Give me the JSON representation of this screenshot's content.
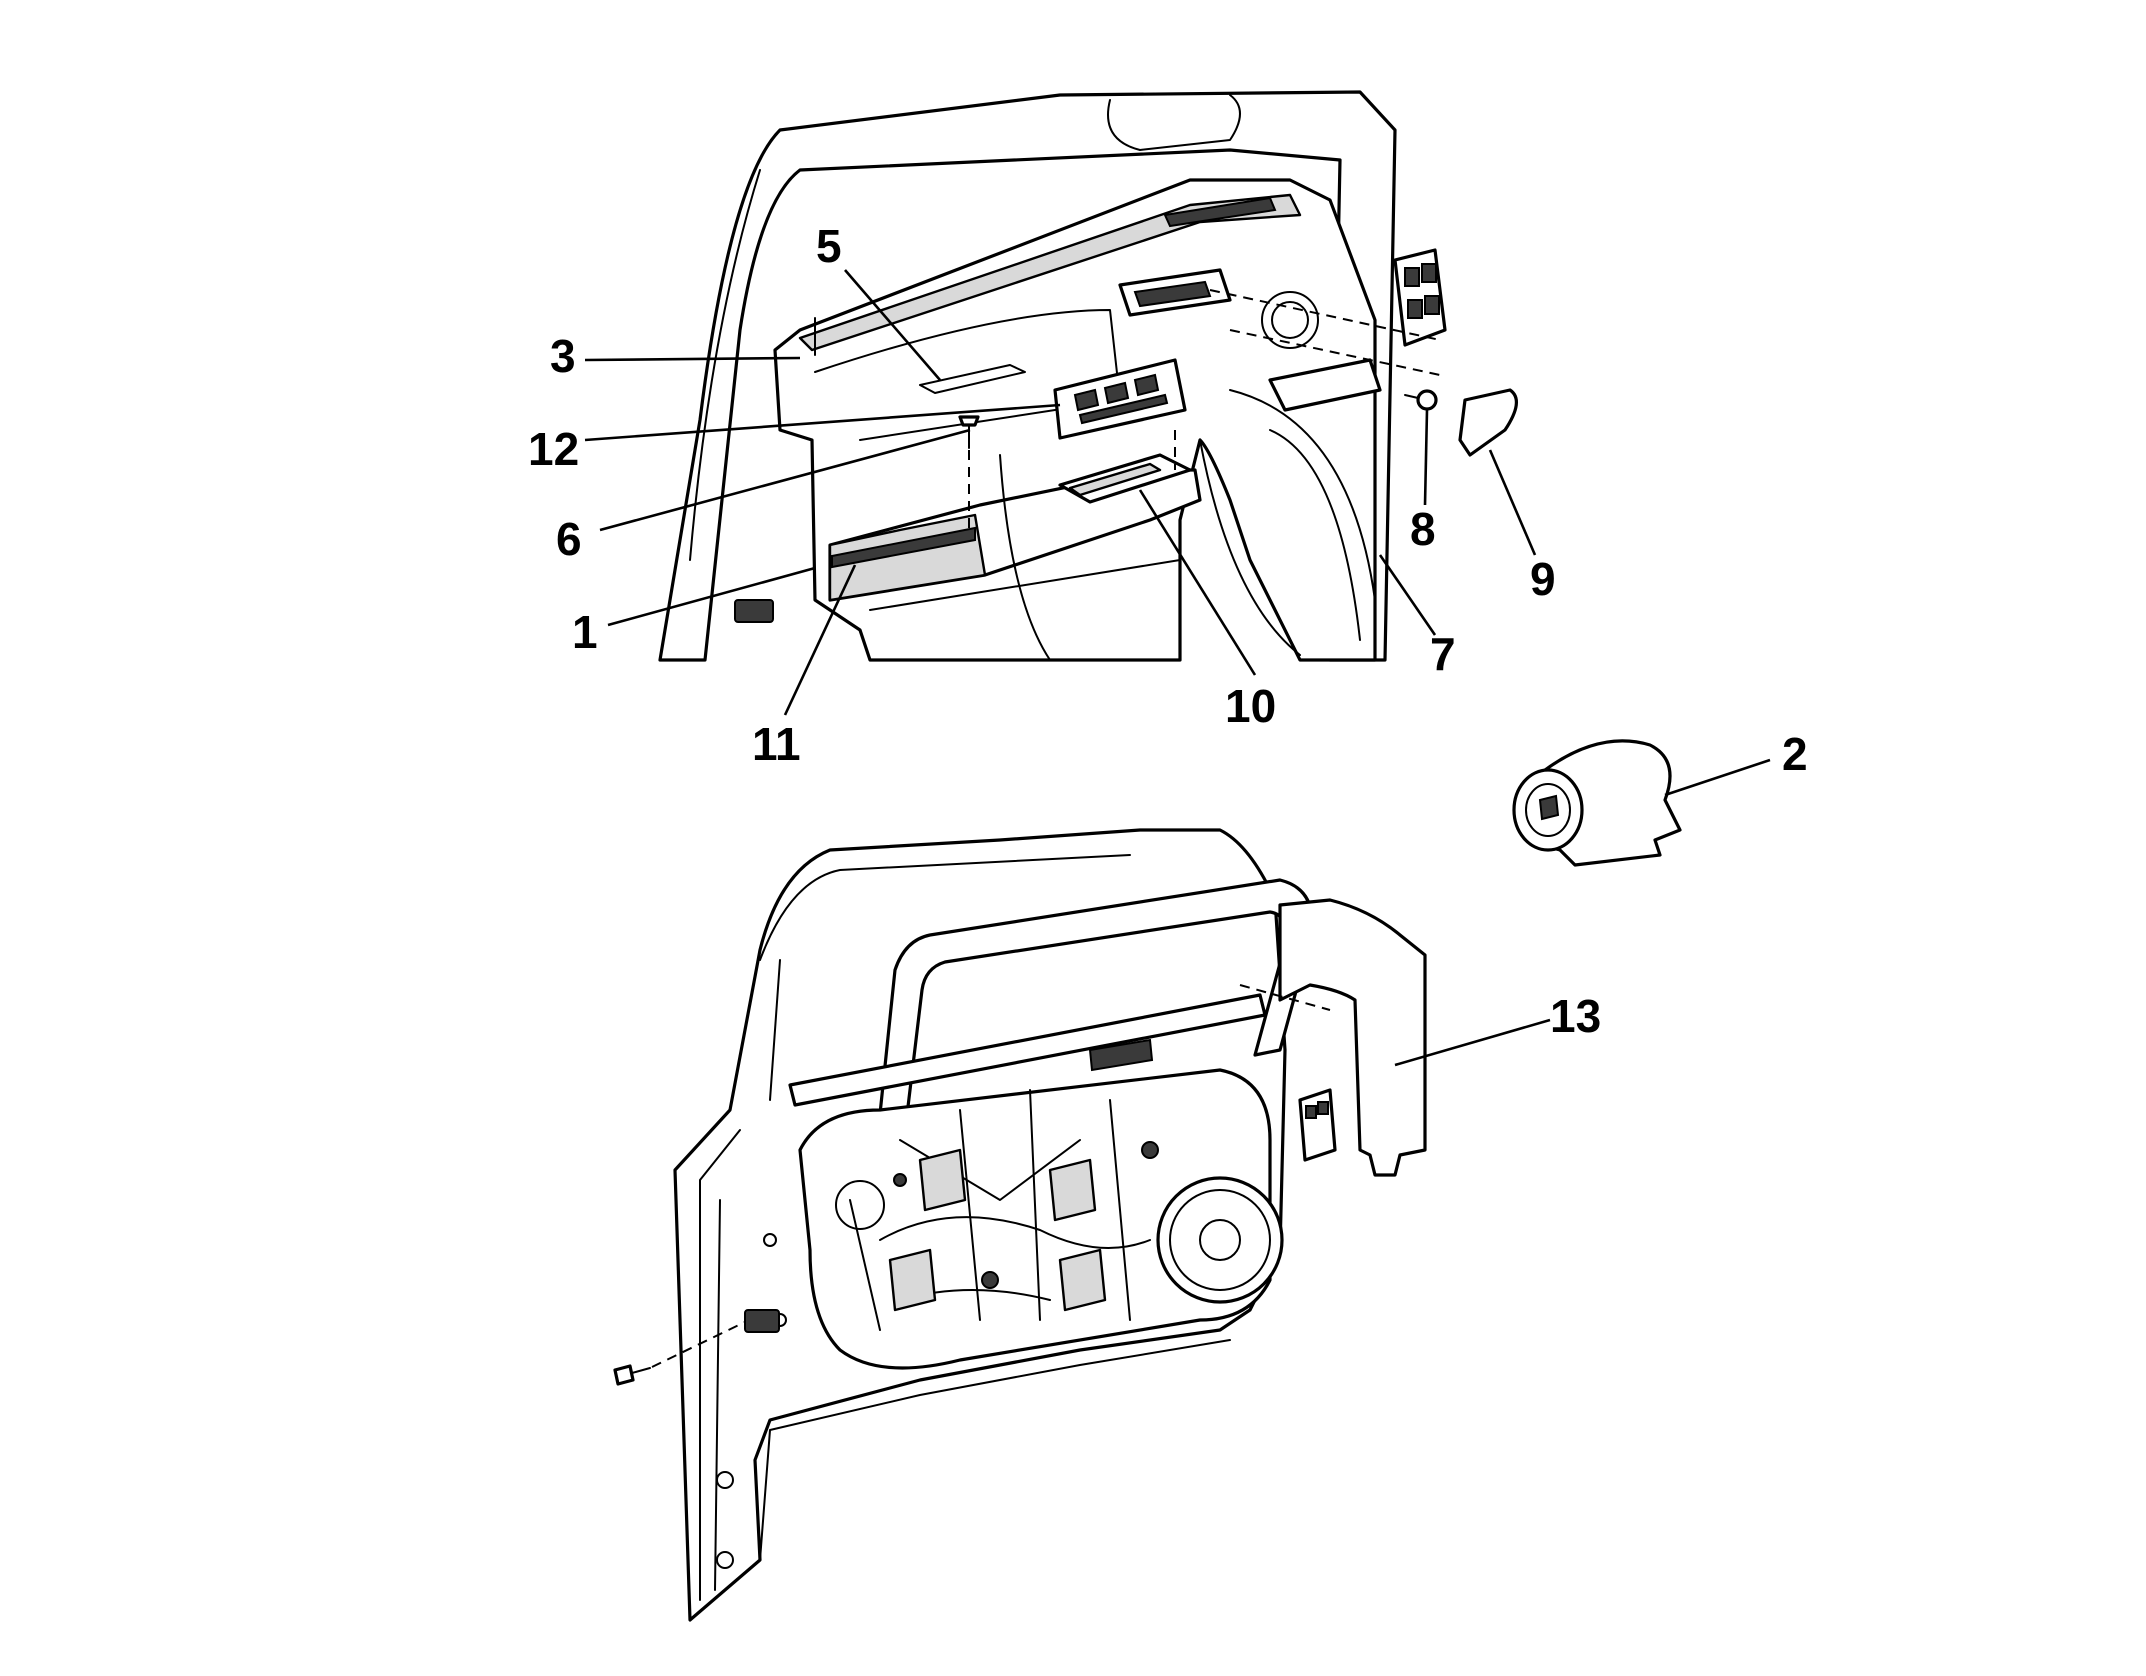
{
  "callouts": {
    "c1": "1",
    "c2": "2",
    "c3": "3",
    "c5": "5",
    "c6": "6",
    "c7": "7",
    "c8": "8",
    "c9": "9",
    "c10": "10",
    "c11": "11",
    "c12": "12",
    "c13": "13"
  },
  "colors": {
    "line": "#000000",
    "background": "#ffffff",
    "fill_shade": "#d9d9d9"
  }
}
